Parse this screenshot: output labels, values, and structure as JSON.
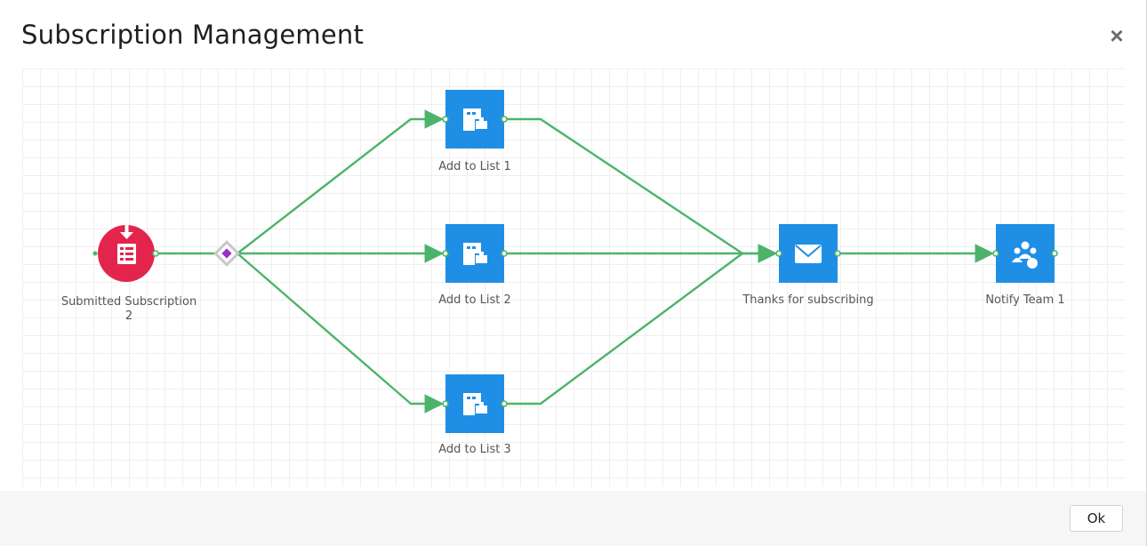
{
  "dialog": {
    "title": "Subscription Management",
    "close_symbol": "×",
    "ok_label": "Ok"
  },
  "colors": {
    "edge": "#4cb46a",
    "action_node": "#1f8fe6",
    "trigger_node": "#e3254d",
    "gateway_accent": "#9b2fc7"
  },
  "flow": {
    "trigger": {
      "label_line1": "Submitted Subscription",
      "label_line2": "2",
      "icon": "form-download-icon"
    },
    "gateway": {
      "icon": "diamond-split-icon"
    },
    "lists": [
      {
        "label": "Add to List 1",
        "icon": "list-add-icon"
      },
      {
        "label": "Add to List 2",
        "icon": "list-add-icon"
      },
      {
        "label": "Add to List 3",
        "icon": "list-add-icon"
      }
    ],
    "email": {
      "label": "Thanks for subscribing",
      "icon": "envelope-icon"
    },
    "notify": {
      "label": "Notify Team 1",
      "icon": "team-icon"
    }
  }
}
